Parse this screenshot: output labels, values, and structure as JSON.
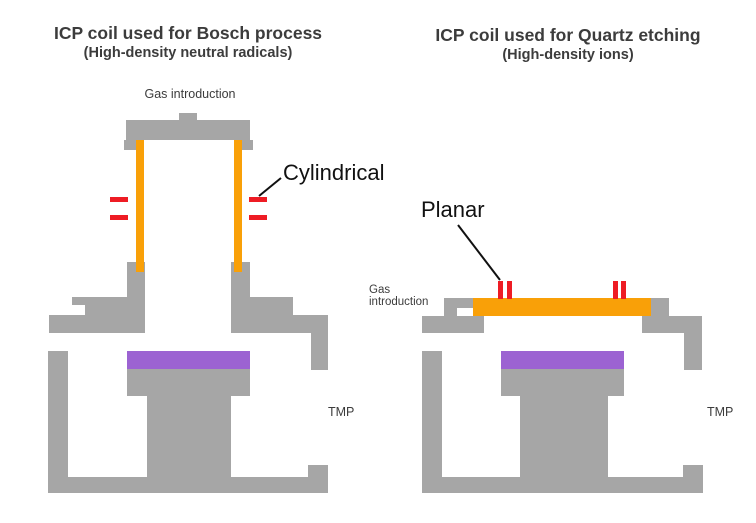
{
  "colors": {
    "background": "#FFFFFF",
    "chamber_gray": "#A6A6A6",
    "coil_orange": "#F9A008",
    "wafer_purple": "#9C63D2",
    "rf_red": "#EE1C24",
    "heading_text": "#3C3C3C",
    "annotation_text": "#111111"
  },
  "left_panel": {
    "title": "ICP coil used for Bosch process",
    "subtitle": "(High-density neutral radicals)",
    "gas_label": "Gas introduction",
    "coil_type_label": "Cylindrical",
    "tmp_label": "TMP"
  },
  "right_panel": {
    "title": "ICP coil used for Quartz etching",
    "subtitle": "(High-density ions)",
    "gas_label_line1": "Gas",
    "gas_label_line2": "introduction",
    "coil_type_label": "Planar",
    "tmp_label": "TMP"
  }
}
